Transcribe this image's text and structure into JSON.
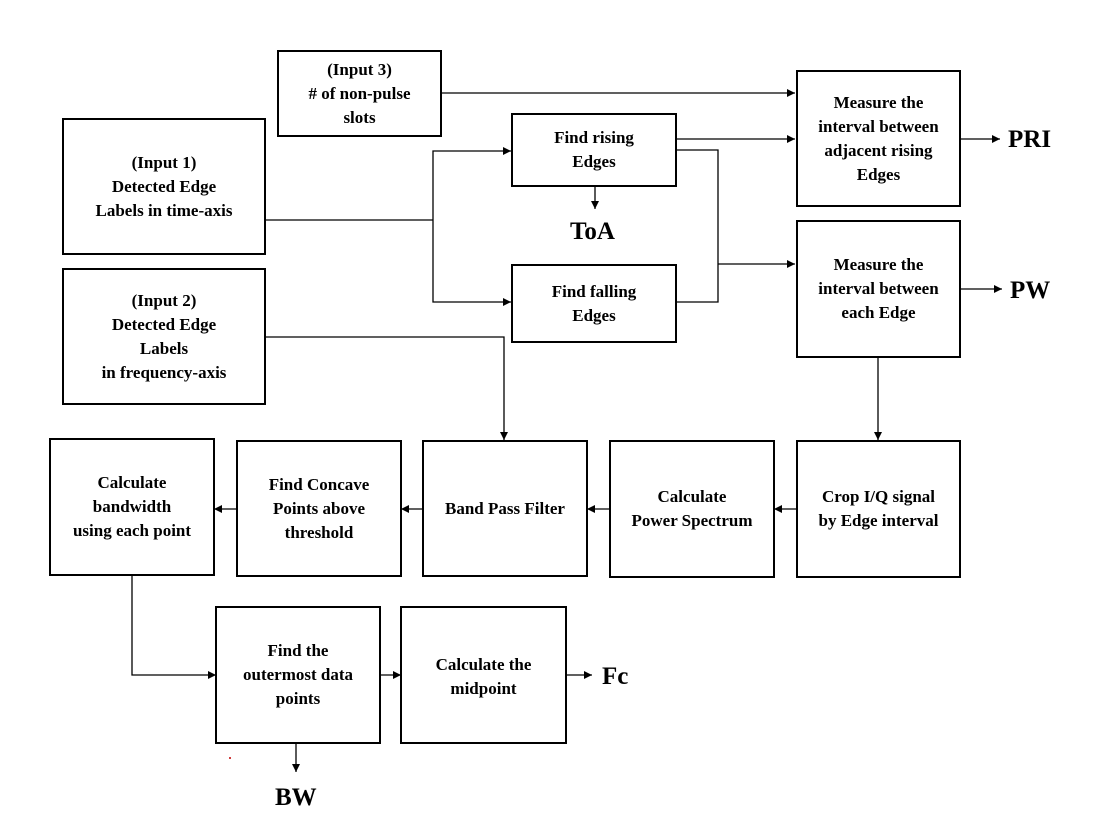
{
  "boxes": {
    "input3": [
      "(Input 3)",
      "# of non-pulse",
      "slots"
    ],
    "input1": [
      "(Input 1)",
      "Detected Edge",
      "Labels in time-axis"
    ],
    "input2": [
      "(Input 2)",
      "Detected Edge",
      "Labels",
      "in frequency-axis"
    ],
    "find_rising": [
      "Find rising",
      "Edges"
    ],
    "find_falling": [
      "Find falling",
      "Edges"
    ],
    "measure_pri": [
      "Measure the",
      "interval between",
      "adjacent rising",
      "Edges"
    ],
    "measure_pw": [
      "Measure the",
      "interval between",
      "each Edge"
    ],
    "crop_iq": [
      "Crop I/Q signal",
      "by Edge interval"
    ],
    "power_spectrum": [
      "Calculate",
      "Power Spectrum"
    ],
    "band_pass": [
      "Band Pass Filter"
    ],
    "concave_points": [
      "Find Concave",
      "Points above",
      "threshold"
    ],
    "bandwidth": [
      "Calculate",
      "bandwidth",
      "using each point"
    ],
    "outermost": [
      "Find the",
      "outermost data",
      "points"
    ],
    "midpoint": [
      "Calculate the",
      "midpoint"
    ]
  },
  "outputs": {
    "pri": "PRI",
    "pw": "PW",
    "toa": "ToA",
    "fc": "Fc",
    "bw": "BW"
  }
}
